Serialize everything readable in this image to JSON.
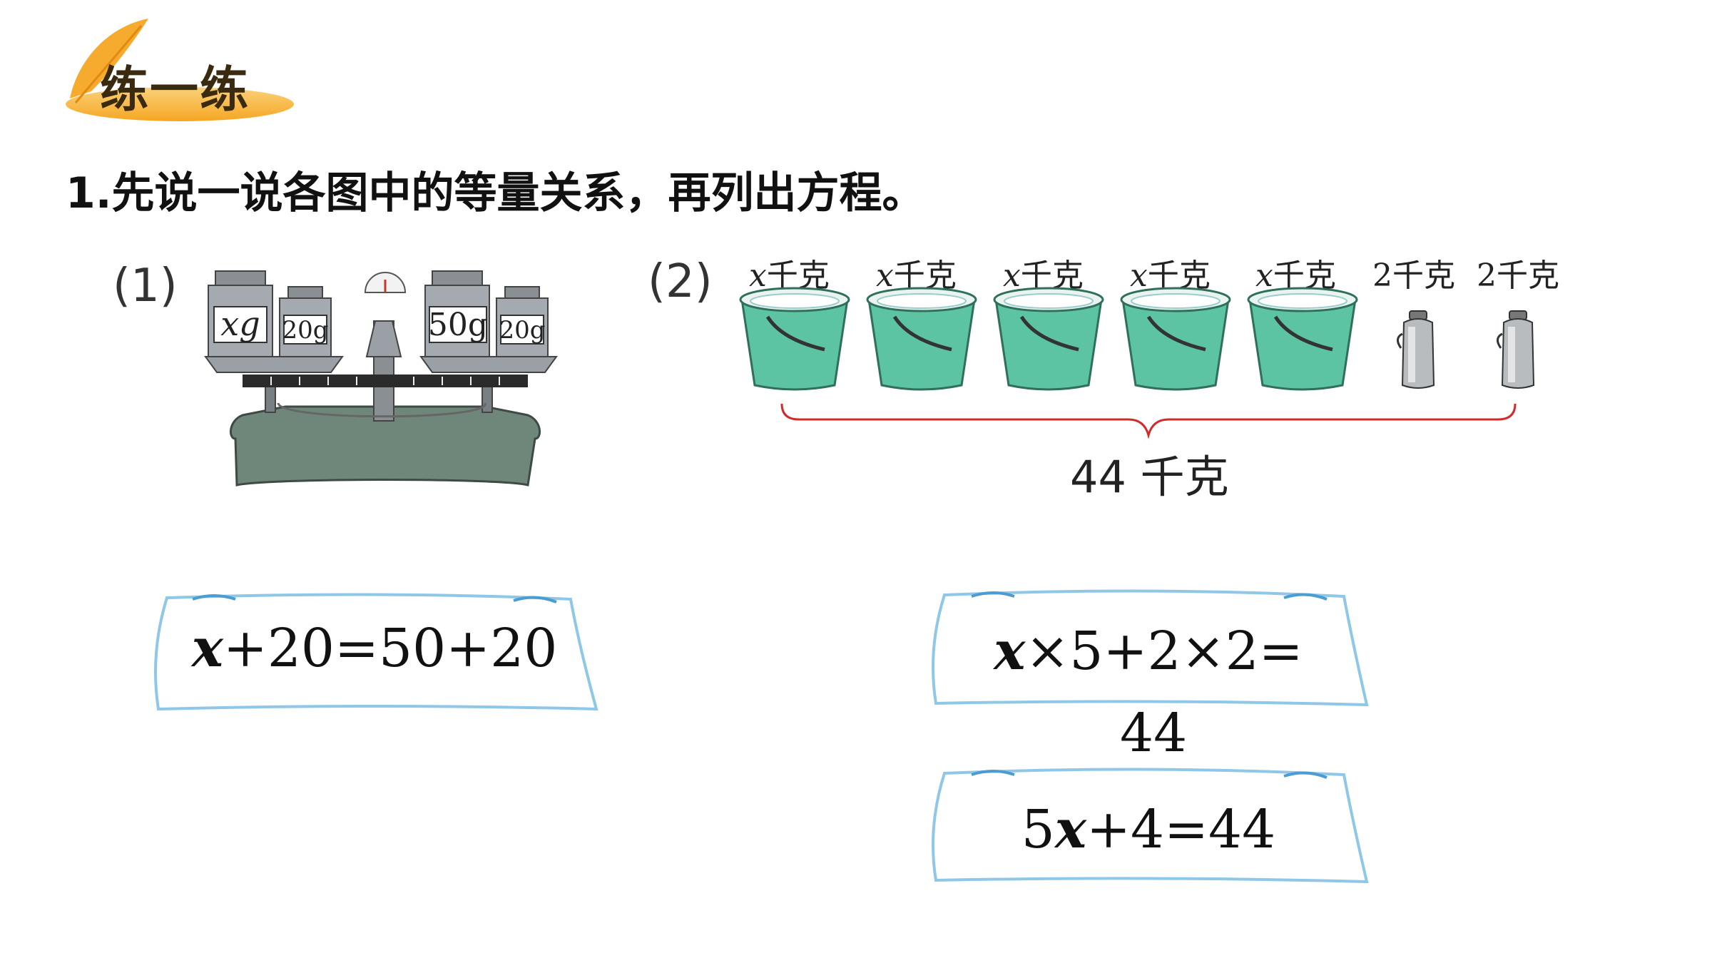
{
  "header": {
    "title": "练一练"
  },
  "question": "1.先说一说各图中的等量关系，再列出方程。",
  "problem1": {
    "label": "(1)",
    "weights": {
      "left_big": "xg",
      "left_small": "20g",
      "right_big": "50g",
      "right_small": "20g"
    },
    "equation": {
      "var": "x",
      "rest": "+20=50+20"
    }
  },
  "problem2": {
    "label": "(2)",
    "bucket_caption": {
      "var": "x",
      "unit": "千克"
    },
    "bucket_count": 5,
    "can_caption": "2千克",
    "can_count": 2,
    "total": "44 千克",
    "equation_a": {
      "var": "x",
      "rest": "×5+2×2=",
      "continued": "44"
    },
    "equation_b": {
      "coef": "5",
      "var": "x",
      "rest": "+4=44"
    }
  },
  "colors": {
    "bucket": "#5cc3a3",
    "brace": "#d22b2b",
    "card_border": "#8fc7e8",
    "badge": "#f5a623"
  }
}
